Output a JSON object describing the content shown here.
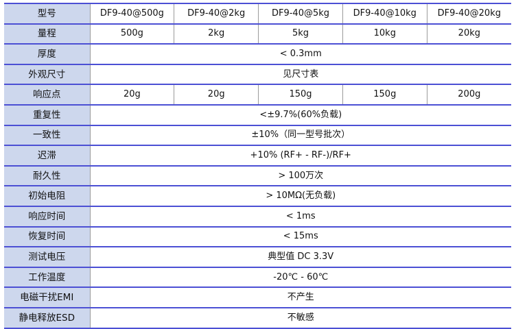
{
  "spec_table": {
    "rows": [
      {
        "label": "型号",
        "values": [
          "DF9-40@500g",
          "DF9-40@2kg",
          "DF9-40@5kg",
          "DF9-40@10kg",
          "DF9-40@20kg"
        ]
      },
      {
        "label": "量程",
        "values": [
          "500g",
          "2kg",
          "5kg",
          "10kg",
          "20kg"
        ]
      },
      {
        "label": "厚度",
        "value": "< 0.3mm"
      },
      {
        "label": "外观尺寸",
        "value": "见尺寸表"
      },
      {
        "label": "响应点",
        "values": [
          "20g",
          "20g",
          "150g",
          "150g",
          "200g"
        ]
      },
      {
        "label": "重复性",
        "value": "<±9.7%(60%负载)"
      },
      {
        "label": "一致性",
        "value": "±10%（同一型号批次）"
      },
      {
        "label": "迟滞",
        "value": "+10% (RF+ - RF-)/RF+"
      },
      {
        "label": "耐久性",
        "value": "> 100万次"
      },
      {
        "label": "初始电阻",
        "value": "> 10MΩ(无负载)"
      },
      {
        "label": "响应时间",
        "value": "< 1ms"
      },
      {
        "label": "恢复时间",
        "value": "< 15ms"
      },
      {
        "label": "测试电压",
        "value": "典型值 DC 3.3V"
      },
      {
        "label": "工作温度",
        "value": "-20℃ - 60℃"
      },
      {
        "label": "电磁干扰EMI",
        "value": "不产生"
      },
      {
        "label": "静电释放ESD",
        "value": "不敏感"
      }
    ]
  }
}
